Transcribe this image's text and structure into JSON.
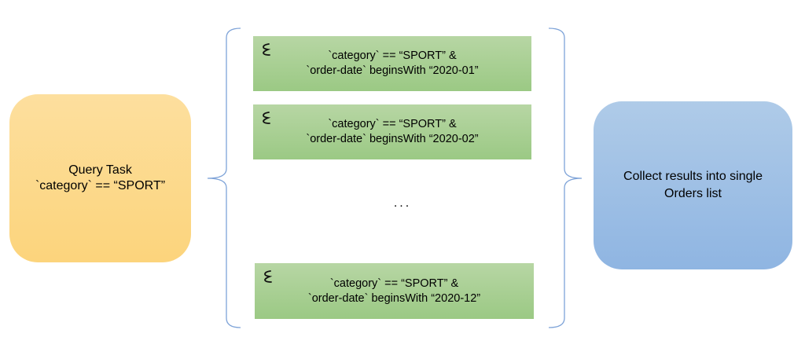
{
  "diagram": {
    "query_task": {
      "title": "Query Task",
      "condition": "`category` == “SPORT”",
      "color": "#fcd47c"
    },
    "subtasks": [
      {
        "line1": "`category` == “SPORT” &",
        "line2": "`order-date` beginsWith “2020-01”",
        "icon": "spiral-icon"
      },
      {
        "line1": "`category` == “SPORT” &",
        "line2": "`order-date` beginsWith “2020-02”",
        "icon": "spiral-icon"
      },
      {
        "line1": "`category` == “SPORT” &",
        "line2": "`order-date` beginsWith “2020-12”",
        "icon": "spiral-icon"
      }
    ],
    "ellipsis": "...",
    "collect": {
      "line1": "Collect results into single",
      "line2": "Orders list",
      "color": "#8fb5e2"
    },
    "subtask_color": "#9bc984",
    "brace_color": "#7ea3d8"
  }
}
